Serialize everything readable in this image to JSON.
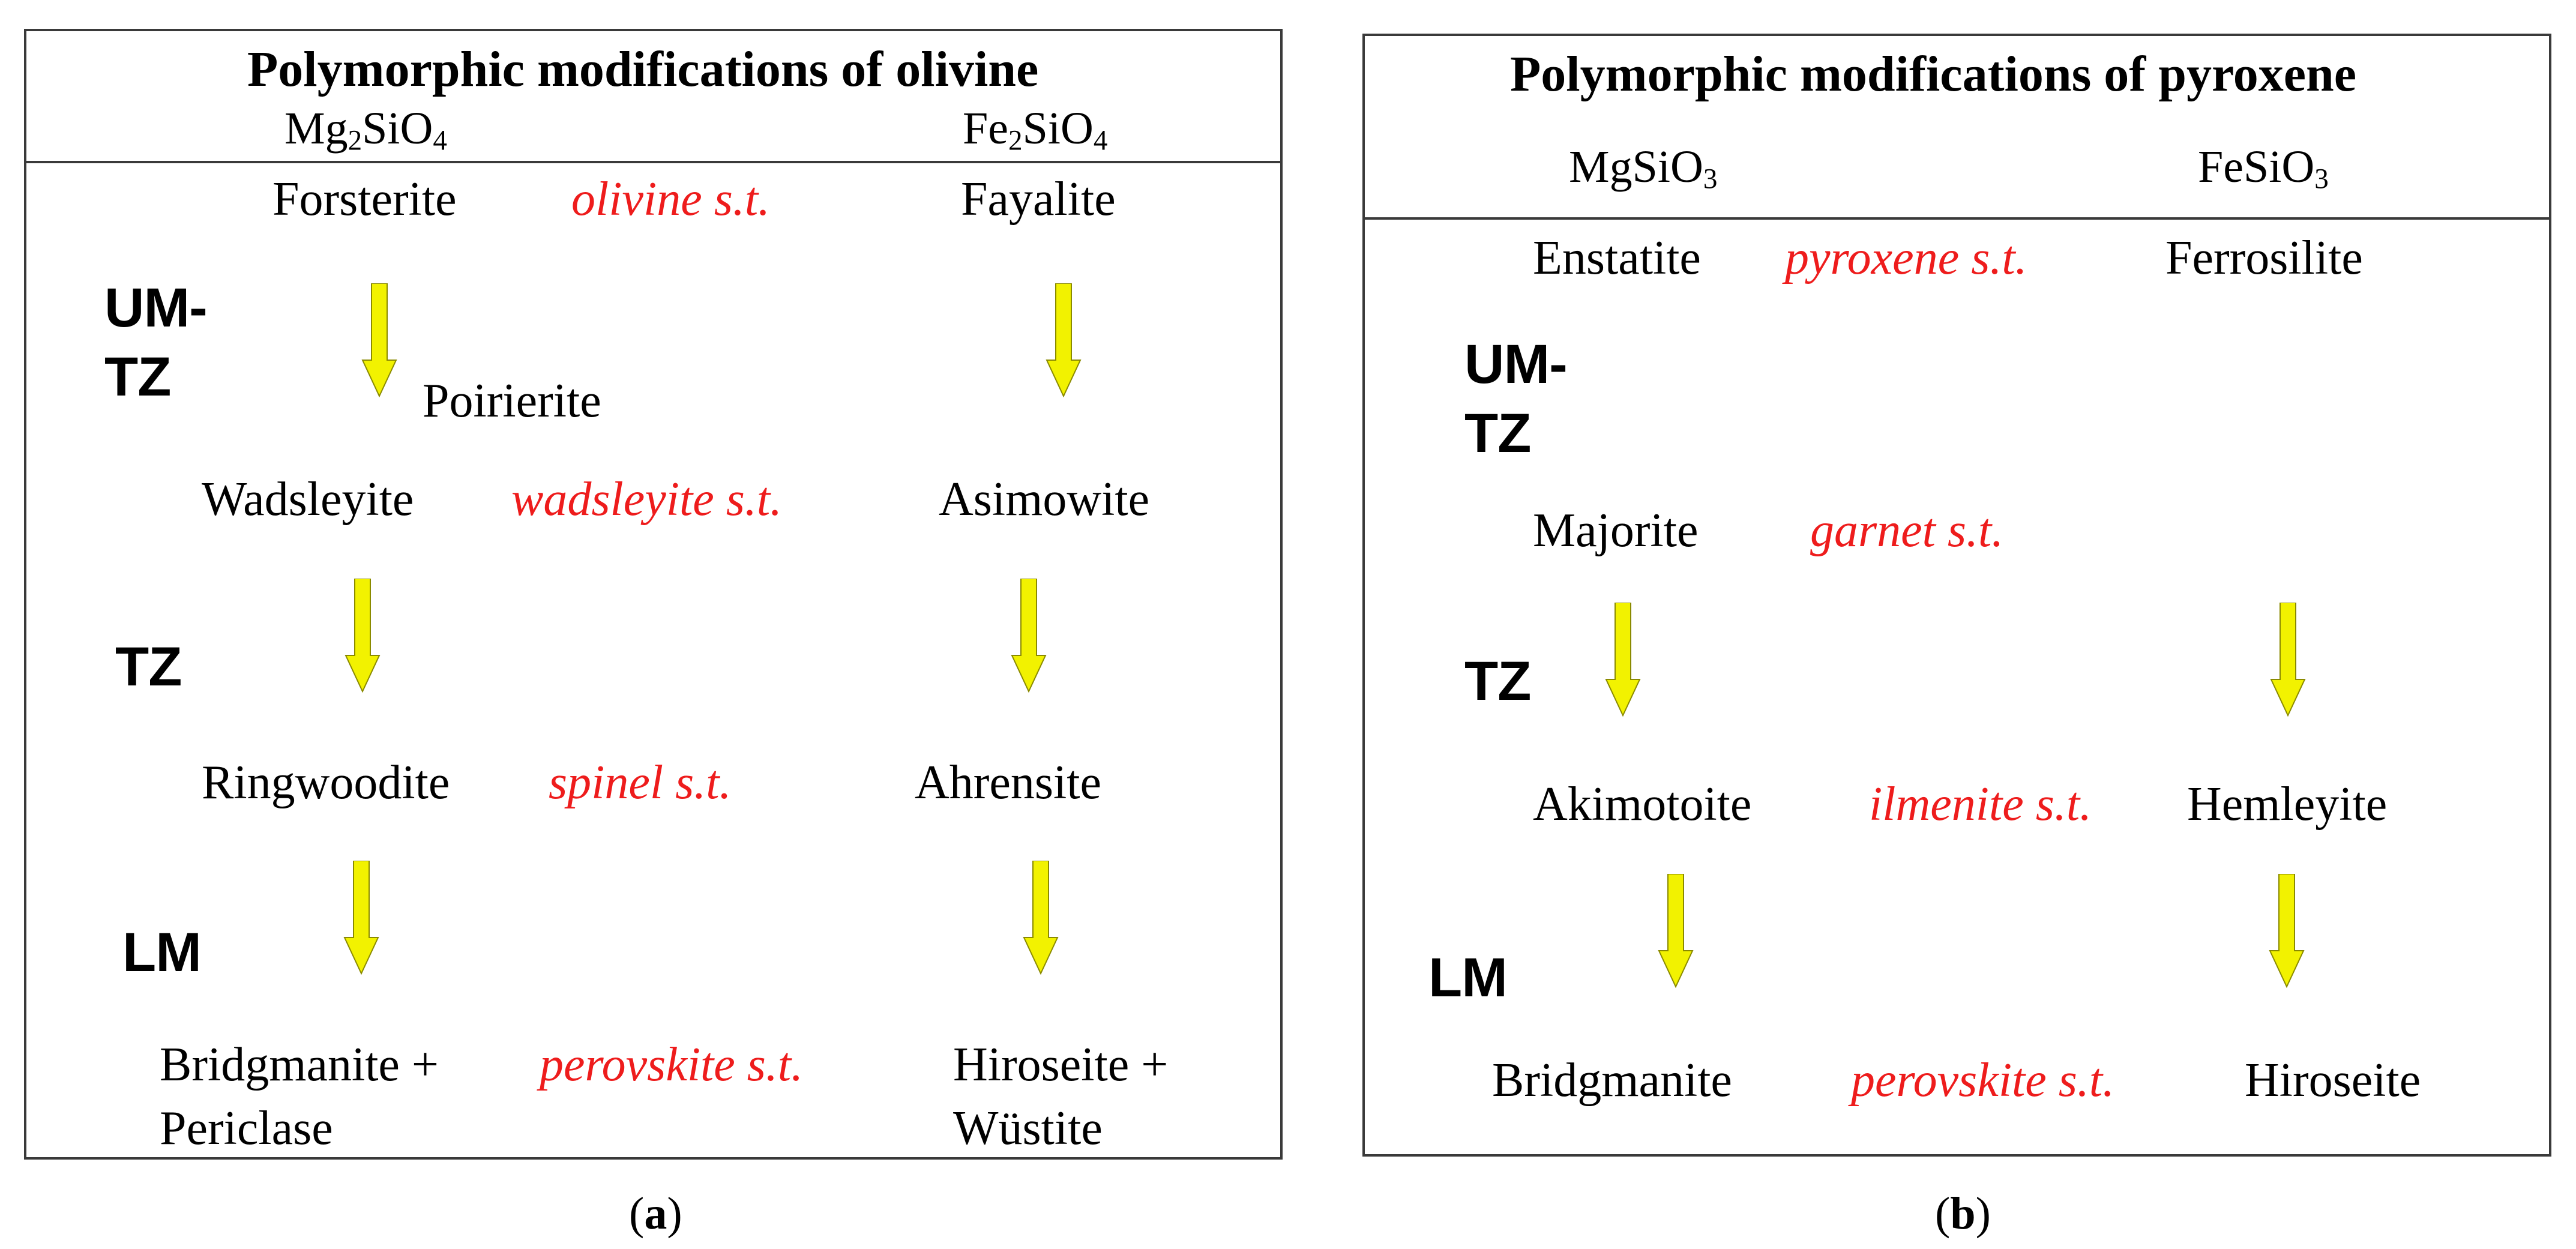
{
  "panel_a": {
    "title": "Polymorphic modifications of olivine",
    "formula_mg": {
      "base1": "Mg",
      "sub1": "2",
      "base2": "SiO",
      "sub2": "4"
    },
    "formula_fe": {
      "base1": "Fe",
      "sub1": "2",
      "base2": "SiO",
      "sub2": "4"
    },
    "rows": [
      {
        "mg": "Forsterite",
        "structure": "olivine s.t.",
        "fe": "Fayalite"
      },
      {
        "mg": "Wadsleyite",
        "structure": "wadsleyite s.t.",
        "fe": "Asimowite"
      },
      {
        "mg": "Ringwoodite",
        "structure": "spinel s.t.",
        "fe": "Ahrensite"
      },
      {
        "mg": "Bridgmanite +",
        "mg2": "Periclase",
        "structure": "perovskite s.t.",
        "fe": "Hiroseite +",
        "fe2": "Wüstite"
      }
    ],
    "side_mineral": "Poirierite",
    "zones": {
      "umtz_1": "UM-",
      "umtz_2": "TZ",
      "tz": "TZ",
      "lm": "LM"
    },
    "caption": {
      "open": "(",
      "letter": "a",
      "close": ")"
    }
  },
  "panel_b": {
    "title": "Polymorphic modifications of pyroxene",
    "formula_mg": {
      "base1": "MgSiO",
      "sub1": "3"
    },
    "formula_fe": {
      "base1": "FeSiO",
      "sub1": "3"
    },
    "rows": [
      {
        "mg": "Enstatite",
        "structure": "pyroxene s.t.",
        "fe": "Ferrosilite"
      },
      {
        "mg": "Majorite",
        "structure": "garnet s.t.",
        "fe": ""
      },
      {
        "mg": "Akimotoite",
        "structure": "ilmenite s.t.",
        "fe": "Hemleyite"
      },
      {
        "mg": "Bridgmanite",
        "structure": "perovskite s.t.",
        "fe": "Hiroseite"
      }
    ],
    "zones": {
      "umtz_1": "UM-",
      "umtz_2": "TZ",
      "tz": "TZ",
      "lm": "LM"
    },
    "caption": {
      "open": "(",
      "letter": "b",
      "close": ")"
    }
  },
  "colors": {
    "structure_text": "#ee1c1c",
    "arrow_fill": "#f2f200",
    "arrow_stroke": "#8a8a00",
    "border": "#3a3a3a"
  }
}
